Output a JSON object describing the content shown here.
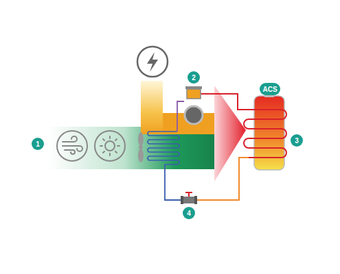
{
  "diagram": {
    "labels": [
      "1",
      "2",
      "3",
      "4",
      "ACS"
    ]
  }
}
